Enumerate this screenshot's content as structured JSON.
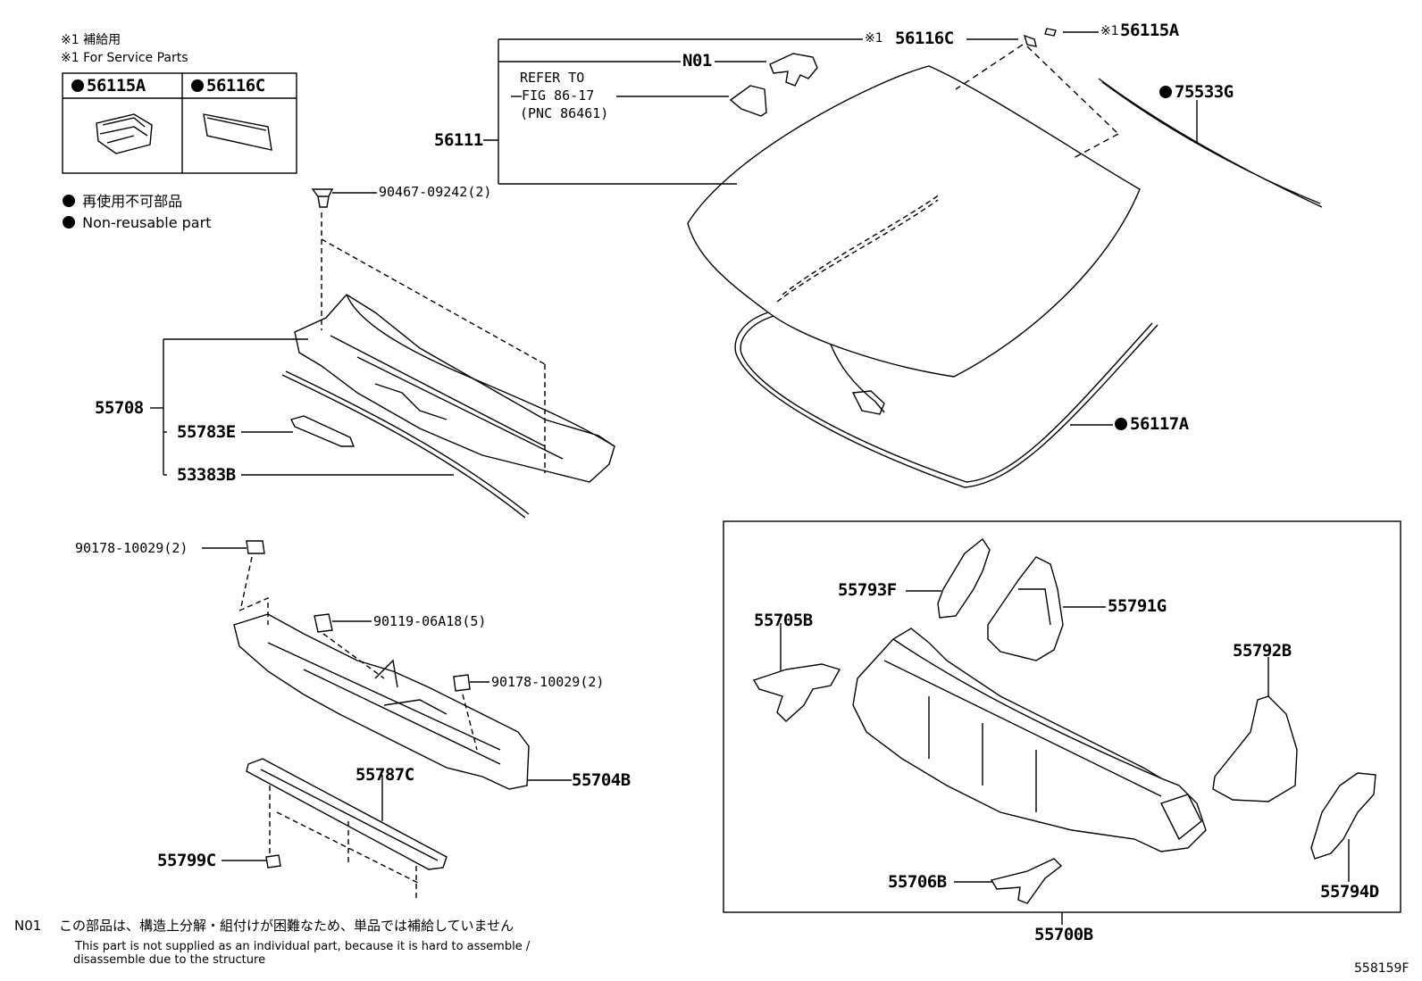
{
  "legend": {
    "service_jp": "※1 補給用",
    "service_en": "※1 For Service Parts",
    "box_col1": "56115A",
    "box_col2": "56116C",
    "nonreuse_jp": "再使用不可部品",
    "nonreuse_en": "Non-reusable part"
  },
  "labels": {
    "p56116C": "56116C",
    "p56115A": "56115A",
    "mark1a": "※1",
    "mark1b": "※1",
    "n01": "N01",
    "refer1": "REFER TO",
    "refer2": "FIG 86-17",
    "refer3": "(PNC 86461)",
    "p56111": "56111",
    "p75533G": "75533G",
    "p90467": "90467-09242(2)",
    "p56117A": "56117A",
    "p55708": "55708",
    "p55783E": "55783E",
    "p53383B": "53383B",
    "p90178a": "90178-10029(2)",
    "p90119": "90119-06A18(5)",
    "p90178b": "90178-10029(2)",
    "p55787C": "55787C",
    "p55704B": "55704B",
    "p55799C": "55799C",
    "p55793F": "55793F",
    "p55791G": "55791G",
    "p55705B": "55705B",
    "p55792B": "55792B",
    "p55706B": "55706B",
    "p55794D": "55794D",
    "p55700B": "55700B"
  },
  "footnote": {
    "code": "N01",
    "jp": "この部品は、構造上分解・組付けが困難なため、単品では補給していません",
    "en1": "This part is not supplied as an individual part, because it is hard to assemble /",
    "en2": "disassemble due to the structure"
  },
  "figure_id": "558159F",
  "icons": [
    "non-reusable-dot-icon"
  ]
}
